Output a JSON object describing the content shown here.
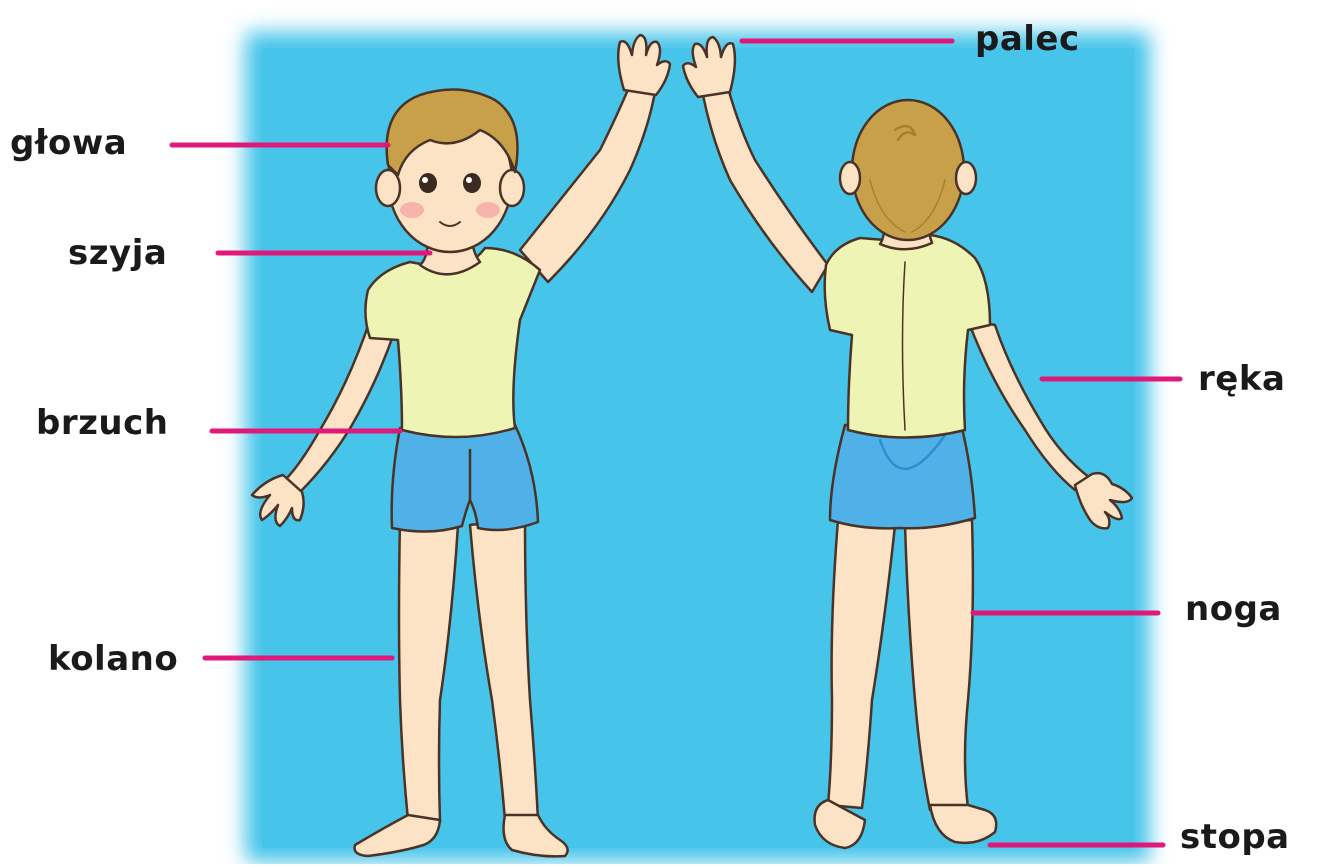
{
  "colors": {
    "background_panel": "#47c4ea",
    "leader_line": "#e0187a",
    "skin": "#fde3c5",
    "skin_shadow": "#f3c9a4",
    "hair": "#c9a04a",
    "hair_dark": "#a97f2e",
    "shirt": "#eef5b4",
    "shorts": "#4fb1e8",
    "shorts_dark": "#2f8ecf",
    "outline": "#4a3326"
  },
  "figures": {
    "front": "boy-front-view",
    "back": "boy-back-view"
  },
  "labels": {
    "glowa": "głowa",
    "szyja": "szyja",
    "brzuch": "brzuch",
    "kolano": "kolano",
    "palec": "palec",
    "reka": "ręka",
    "noga": "noga",
    "stopa": "stopa"
  }
}
